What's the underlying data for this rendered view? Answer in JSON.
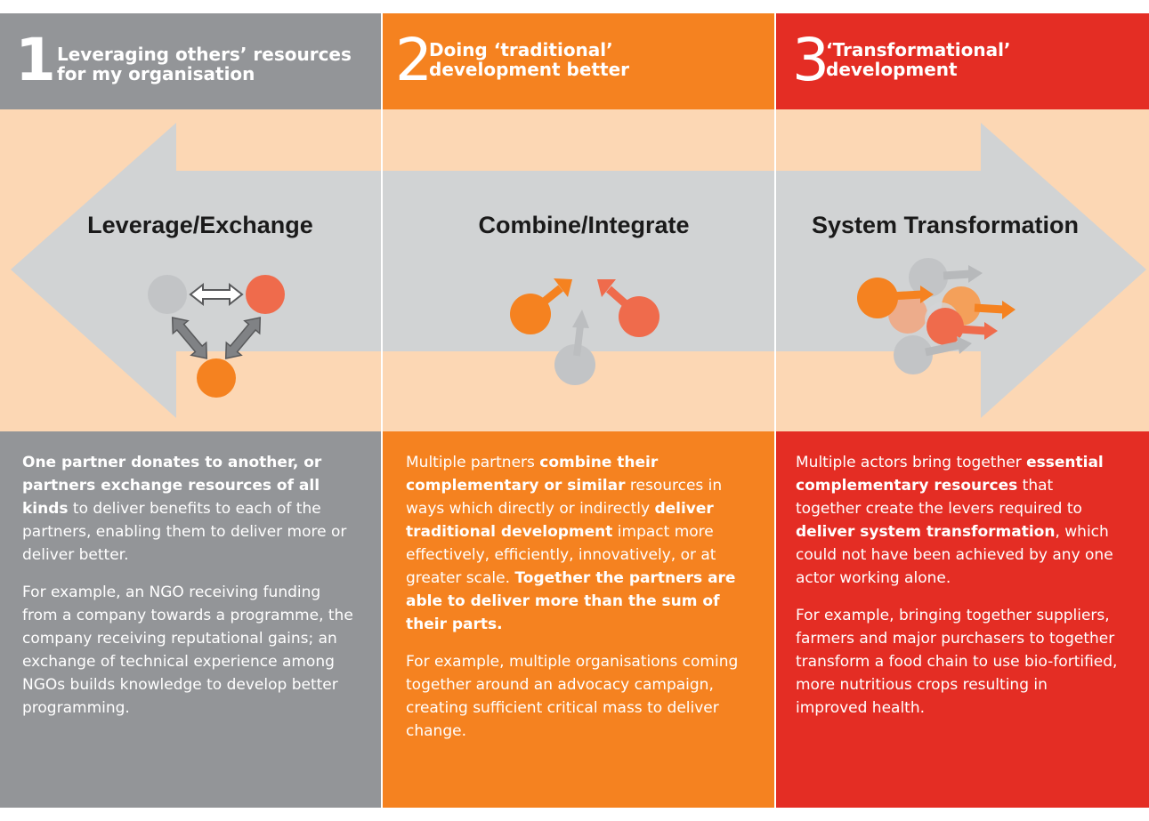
{
  "colors": {
    "gray": "#939598",
    "orange": "#f58220",
    "red": "#e42d24",
    "peach": "#fcd7b4",
    "arrow": "#d1d3d4",
    "salmon": "#ef6b4c"
  },
  "columns": [
    {
      "number": "1",
      "title_line1": "Leveraging others’ resources",
      "title_line2": "for my organisation",
      "stage_label": "Leverage/Exchange",
      "body_p1": [
        {
          "text": "One partner donates to another, or partners exchange resources of all kinds",
          "bold": true
        },
        {
          "text": " to deliver benefits to each of the partners, enabling them to deliver more or deliver better.",
          "bold": false
        }
      ],
      "body_p2": "For example, an NGO receiving funding from a company towards a programme, the company receiving reputational gains; an exchange of technical experience among NGOs builds knowledge to develop better programming."
    },
    {
      "number": "2",
      "title_line1": "Doing ‘traditional’",
      "title_line2": "development better",
      "stage_label": "Combine/Integrate",
      "body_p1": [
        {
          "text": "Multiple partners ",
          "bold": false
        },
        {
          "text": "combine their complementary or similar",
          "bold": true
        },
        {
          "text": " resources in ways which directly or indirectly ",
          "bold": false
        },
        {
          "text": "deliver traditional development",
          "bold": true
        },
        {
          "text": " impact more effectively, efficiently, innovatively, or at greater scale. ",
          "bold": false
        },
        {
          "text": "Together the partners are able to deliver more than the sum of their parts.",
          "bold": true
        }
      ],
      "body_p2": "For example, multiple organisations coming together around an advocacy campaign, creating sufficient critical mass to deliver change."
    },
    {
      "number": "3",
      "title_line1": "‘Transformational’",
      "title_line2": "development",
      "stage_label": "System Transformation",
      "body_p1": [
        {
          "text": "Multiple actors bring together ",
          "bold": false
        },
        {
          "text": "essential complementary resources",
          "bold": true
        },
        {
          "text": " that together create the levers required to ",
          "bold": false
        },
        {
          "text": "deliver system transformation",
          "bold": true
        },
        {
          "text": ", which could not have been achieved by any one actor working alone.",
          "bold": false
        }
      ],
      "body_p2": "For example, bringing together suppliers, farmers and major purchasers to together transform a food chain to use bio-fortified, more nutritious crops resulting in improved health."
    }
  ]
}
